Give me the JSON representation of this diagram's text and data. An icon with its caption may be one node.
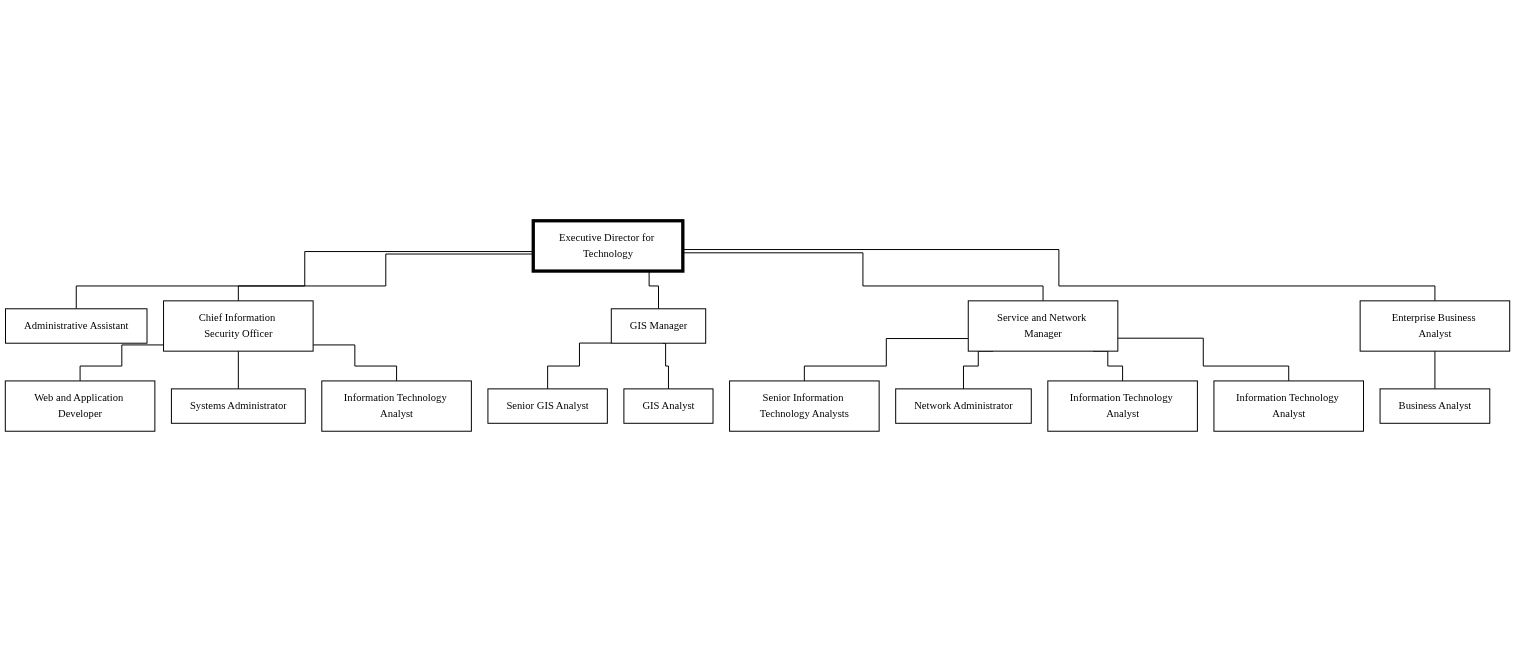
{
  "diagram": {
    "nodes": [
      {
        "text": [
          "Executive Director for Technology"
        ]
      },
      {
        "text": [
          "Administrative Assistant"
        ]
      },
      {
        "text": [
          "Chief Information Security Officer"
        ]
      },
      {
        "text": [
          "GIS Manager"
        ]
      },
      {
        "text": [
          "Service and Network Manager"
        ]
      },
      {
        "text": [
          "Enterprise Business Analyst"
        ]
      },
      {
        "text": [
          "Web and Application Developer"
        ]
      },
      {
        "text": [
          "Systems Administrator"
        ]
      },
      {
        "text": [
          "Information Technology Analyst"
        ]
      },
      {
        "text": [
          "Senior GIS Analyst"
        ]
      },
      {
        "text": [
          "GIS Analyst"
        ]
      },
      {
        "text": [
          "Senior Information Technology Analysts"
        ]
      },
      {
        "text": [
          "Network Administrator"
        ]
      },
      {
        "text": [
          "Information Technology Analyst"
        ]
      },
      {
        "text": [
          "Information Technology Analyst"
        ]
      },
      {
        "text": [
          "Business Analyst"
        ]
      }
    ],
    "edges": [
      {
        "from": 0,
        "to": 1,
        "arrow": "none"
      },
      {
        "from": 0,
        "to": 2,
        "arrow": "none"
      },
      {
        "from": 0,
        "to": 3,
        "arrow": "none"
      },
      {
        "from": 0,
        "to": 4,
        "arrow": "none"
      },
      {
        "from": 0,
        "to": 5,
        "arrow": "none"
      },
      {
        "from": 2,
        "to": 6,
        "arrow": "none"
      },
      {
        "from": 2,
        "to": 7,
        "arrow": "none"
      },
      {
        "from": 2,
        "to": 8,
        "arrow": "none"
      },
      {
        "from": 3,
        "to": 9,
        "arrow": "none"
      },
      {
        "from": 3,
        "to": 10,
        "arrow": "none"
      },
      {
        "from": 4,
        "to": 11,
        "arrow": "none"
      },
      {
        "from": 4,
        "to": 12,
        "arrow": "none"
      },
      {
        "from": 4,
        "to": 13,
        "arrow": "none"
      },
      {
        "from": 4,
        "to": 14,
        "arrow": "none"
      },
      {
        "from": 5,
        "to": 15,
        "arrow": "none"
      }
    ]
  }
}
